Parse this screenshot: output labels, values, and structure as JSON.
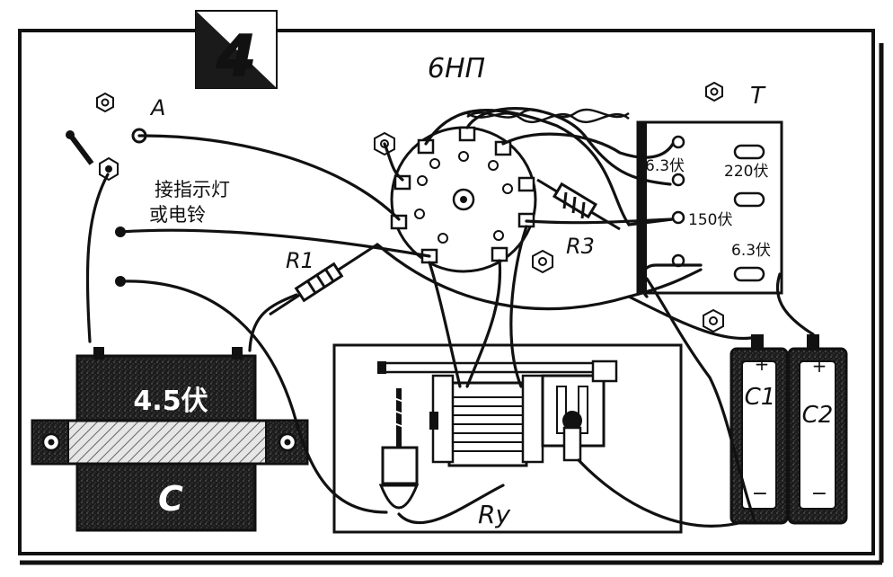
{
  "figure_number": "4",
  "tube_label": "6НП",
  "transformer": {
    "label": "T",
    "voltage_63_top": "6.3伏",
    "voltage_220": "220伏",
    "voltage_150": "150伏",
    "voltage_63_bottom": "6.3伏"
  },
  "terminal_A_label": "A",
  "connection_note_line1": "接指示灯",
  "connection_note_line2": "或电铃",
  "resistor_R1": "R1",
  "resistor_R3": "R3",
  "battery": {
    "voltage": "4.5伏",
    "letter": "C"
  },
  "relay_label": "Ry",
  "capacitor_C1": "C1",
  "capacitor_C2": "C2",
  "cap_plus_sign": "+",
  "cap_minus_sign": "−"
}
